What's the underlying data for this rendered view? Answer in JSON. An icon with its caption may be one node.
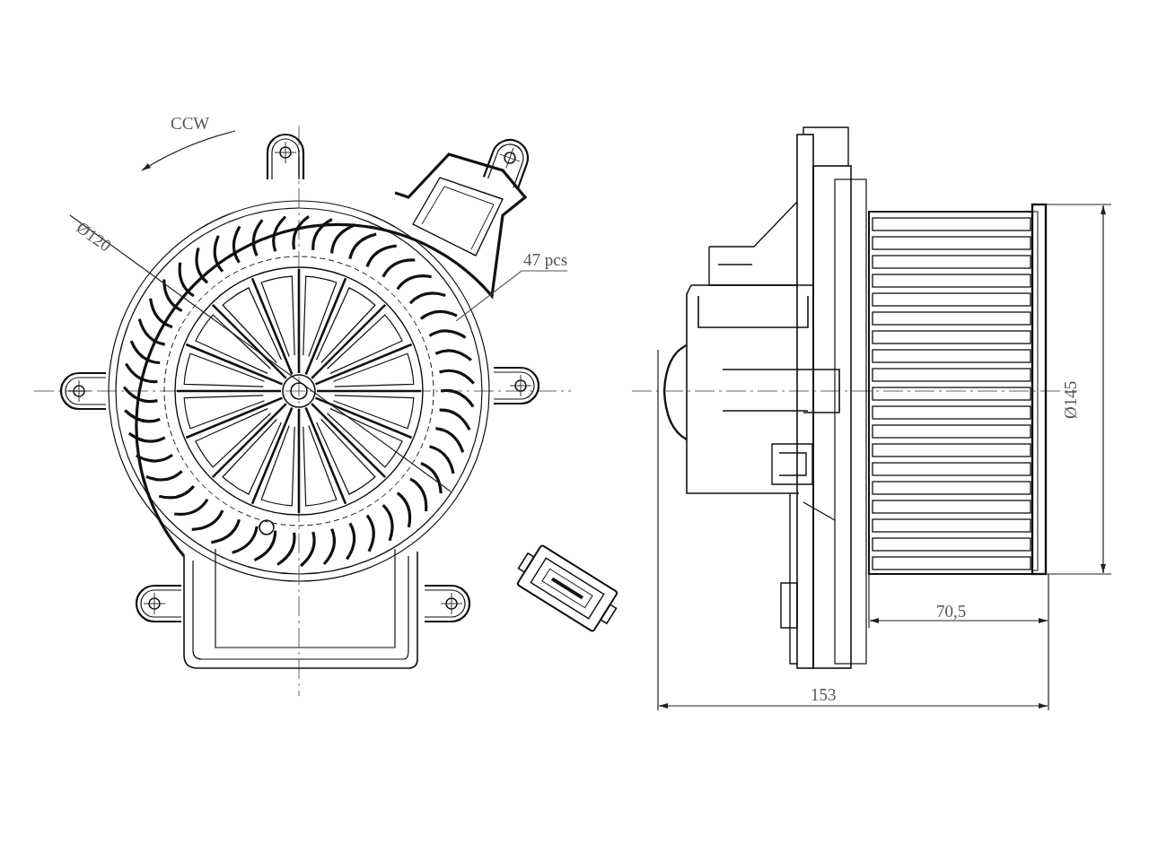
{
  "diagram": {
    "nodes": [
      {
        "text": [
          "47 pcs"
        ]
      },
      {
        "text": [],
        "shape": "picture"
      }
    ],
    "edges": [
      {
        "from": 0,
        "to": 1,
        "arrow": "none"
      }
    ],
    "labels": [
      "CCW",
      "Ø120",
      "Ø145",
      "70,5",
      "153"
    ]
  }
}
